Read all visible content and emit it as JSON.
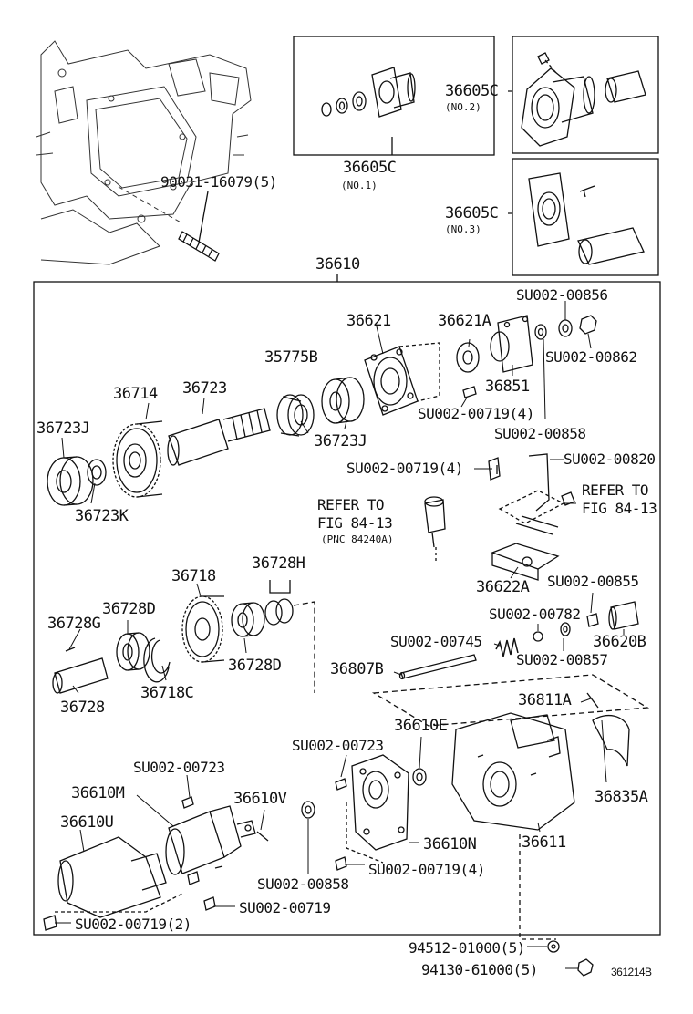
{
  "labels": {
    "p36605c_no1": "36605C",
    "no1": "(NO.1)",
    "p36605c_no2": "36605C",
    "no2": "(NO.2)",
    "p36605c_no3": "36605C",
    "no3": "(NO.3)",
    "p90031": "90031-16079(5)",
    "p36610": "36610",
    "su00856": "SU002-00856",
    "p36621": "36621",
    "p36621a": "36621A",
    "su00862": "SU002-00862",
    "p35775b": "35775B",
    "p36851": "36851",
    "su00719_4a": "SU002-00719(4)",
    "p36714": "36714",
    "p36723": "36723",
    "su00858a": "SU002-00858",
    "p36723j_a": "36723J",
    "p36723j_b": "36723J",
    "su00719_4b": "SU002-00719(4)",
    "su00820": "SU002-00820",
    "p36723k": "36723K",
    "refer_l1": "REFER TO",
    "refer_l2": "FIG 84-13",
    "refer_l3": "(PNC 84240A)",
    "refer_r1": "REFER TO",
    "refer_r2": "FIG 84-13",
    "p36728h": "36728H",
    "p36718": "36718",
    "p36622a": "36622A",
    "su00855": "SU002-00855",
    "p36728d_a": "36728D",
    "p36728g": "36728G",
    "su00782": "SU002-00782",
    "p36620b": "36620B",
    "su00745": "SU002-00745",
    "su00857": "SU002-00857",
    "p36728d_b": "36728D",
    "p36807b": "36807B",
    "p36728": "36728",
    "p36718c": "36718C",
    "p36811a": "36811A",
    "p36610e": "36610E",
    "su00723a": "SU002-00723",
    "su00723b": "SU002-00723",
    "p36610m": "36610M",
    "p36610v": "36610V",
    "p36835a": "36835A",
    "p36610u": "36610U",
    "p36610n": "36610N",
    "p36611": "36611",
    "su00719_4c": "SU002-00719(4)",
    "su00858b": "SU002-00858",
    "su00719": "SU002-00719",
    "su00719_2": "SU002-00719(2)",
    "p94512": "94512-01000(5)",
    "p94130": "94130-61000(5)",
    "figno": "361214B"
  }
}
